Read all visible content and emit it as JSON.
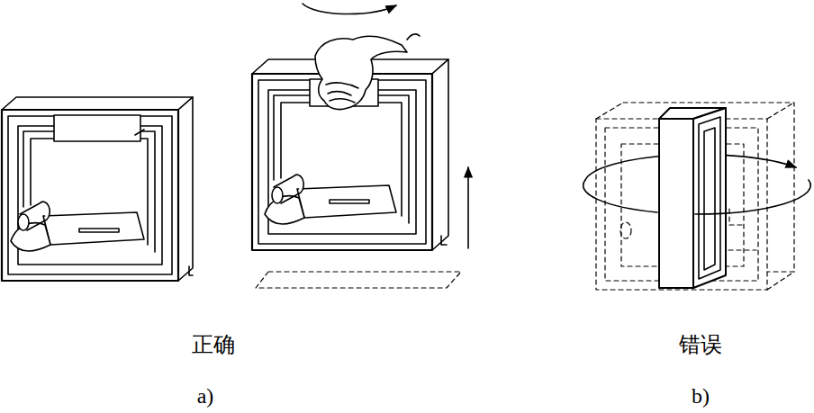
{
  "diagram": {
    "labels": [
      "正确",
      "a)",
      "错误",
      "b)"
    ]
  }
}
